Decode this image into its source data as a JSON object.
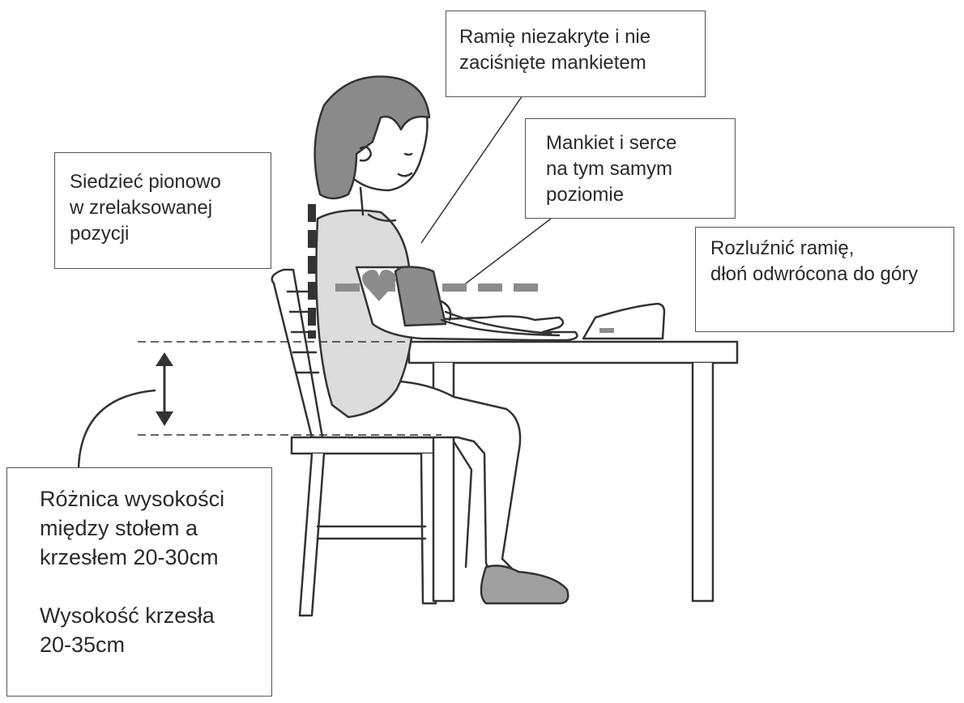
{
  "callouts": {
    "arm_uncovered": {
      "lines": [
        "Ramię niezakryte i nie",
        "zaciśnięte mankietem"
      ]
    },
    "cuff_heart_level": {
      "lines": [
        "Mankiet i serce",
        "na tym samym",
        "poziomie"
      ]
    },
    "sit_upright": {
      "lines": [
        "Siedzieć pionowo",
        "w zrelaksowanej",
        "pozycji"
      ]
    },
    "relax_arm": {
      "lines": [
        "Rozluźnić ramię,",
        "dłoń odwrócona do góry"
      ]
    },
    "heights": {
      "table_chair": [
        "Różnica wysokości",
        "między stołem a",
        "krzesłem 20-30cm"
      ],
      "chair": [
        "Wysokość krzesła",
        "20-35cm"
      ]
    }
  },
  "colors": {
    "line": "#333333",
    "hair": "#8a8a8a",
    "cuff": "#8c8c8c",
    "heart": "#8c8c8c",
    "dashed_level": "#8c8c8c",
    "shirt": "#dcdcdc",
    "slipper": "#a0a0a0"
  },
  "icons": [
    "heart-icon",
    "up-arrow-icon",
    "double-arrow-icon",
    "open-palm-icon"
  ]
}
